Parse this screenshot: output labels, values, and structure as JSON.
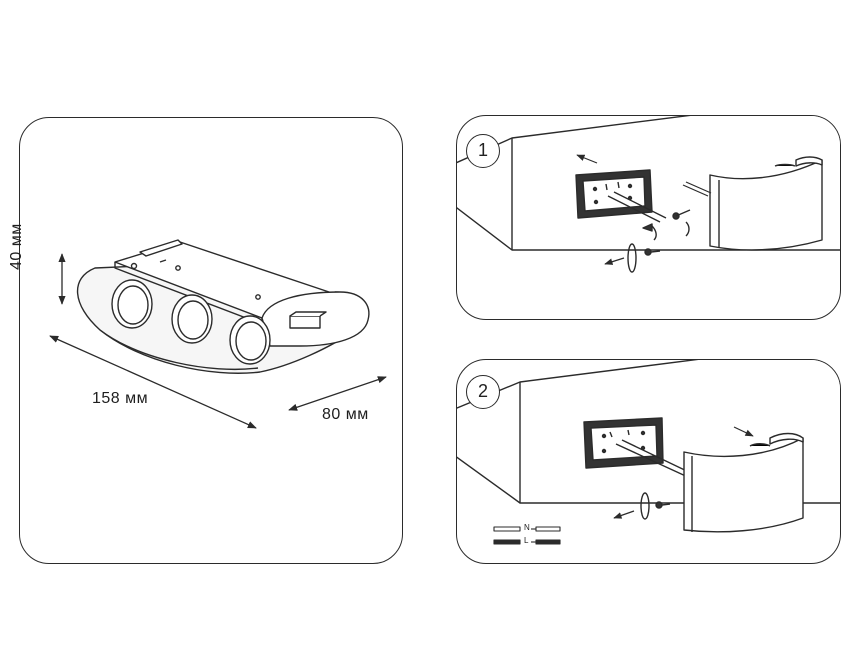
{
  "dimensions": {
    "height_label": "40 мм",
    "length_label": "158 мм",
    "depth_label": "80 мм"
  },
  "steps": [
    {
      "number": "1"
    },
    {
      "number": "2"
    }
  ],
  "wiring": {
    "neutral_label": "N",
    "live_label": "L"
  },
  "colors": {
    "outline": "#2b2b2b",
    "wall_fill": "#ffffff",
    "lamp_fill": "#f4f4f4"
  }
}
